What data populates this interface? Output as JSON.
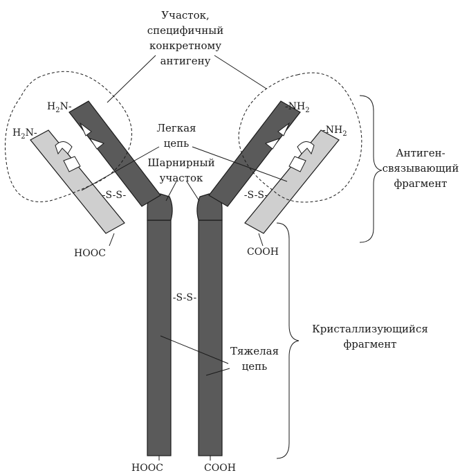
{
  "labels": {
    "antigen_site": [
      "Участок,",
      "специфичный",
      "конкретному",
      "антигену"
    ],
    "light_chain": [
      "Легкая",
      "цепь"
    ],
    "hinge": [
      "Шарнирный",
      "участок"
    ],
    "heavy_chain": [
      "Тяжелая",
      "цепь"
    ],
    "fab": [
      "Антиген-",
      "связывающий",
      "фрагмент"
    ],
    "fc": [
      "Кристаллизующийся",
      "фрагмент"
    ],
    "ss": "-S-S-",
    "ss_heavy": "-S-S-",
    "h2n": "H",
    "nh2": "-NH",
    "hooc": "HOOC",
    "cooh": "COOH",
    "sub2": "2",
    "n_suffix": "N-"
  },
  "colors": {
    "heavy_chain": "#5a5a5a",
    "light_chain": "#cfcfcf",
    "outline": "#1a1a1a",
    "background": "#ffffff"
  }
}
